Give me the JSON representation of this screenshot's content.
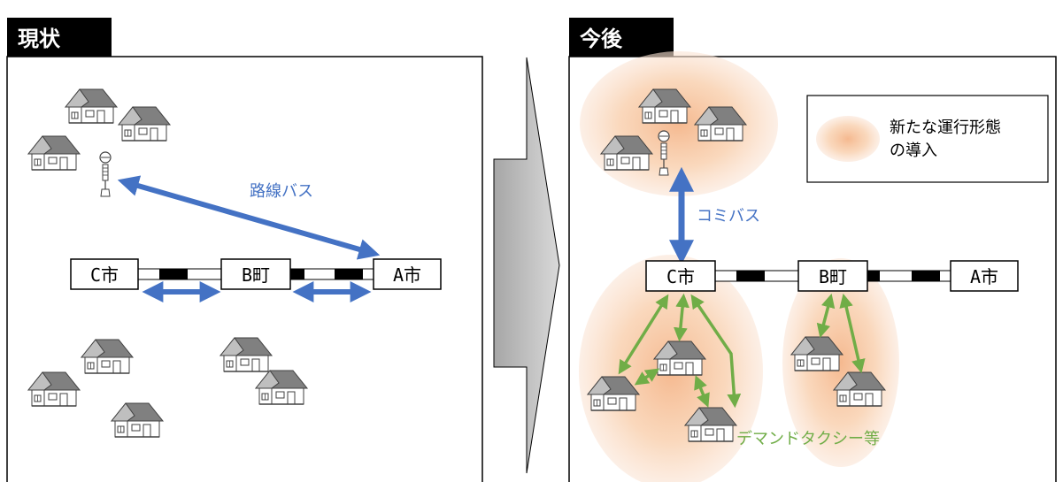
{
  "left_panel": {
    "title": "現状",
    "stations": {
      "c": "C市",
      "b": "B町",
      "a": "A市"
    },
    "bus_label": "路線バス"
  },
  "right_panel": {
    "title": "今後",
    "stations": {
      "c": "C市",
      "b": "B町",
      "a": "A市"
    },
    "bus_label": "コミバス",
    "demand_label": "デマンドタクシー等",
    "legend": {
      "line1": "新たな運行形態",
      "line2": "の導入"
    }
  },
  "colors": {
    "tab_bg": "#000000",
    "bus_arrow": "#4472c4",
    "demand_arrow": "#70ad47",
    "area_fill": "#f4b183",
    "transition_arrow": "#bfbfbf"
  }
}
